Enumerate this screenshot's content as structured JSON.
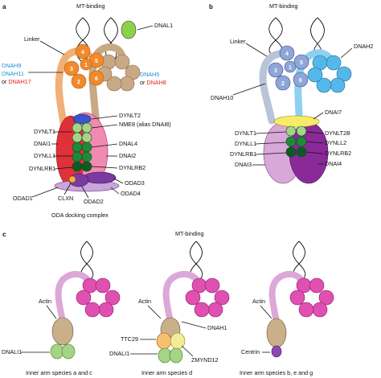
{
  "panels": {
    "a": {
      "letter": "a",
      "mt_binding": "MT-binding",
      "dnal1": "DNAL1",
      "linker": "Linker",
      "dnah_left": [
        "DNAH9",
        "DNAH11",
        "or ",
        "DNAH17"
      ],
      "dnah_right": [
        "DNAH5",
        "or ",
        "DNAH8"
      ],
      "labels_right": [
        "DYNLT2",
        "NME8 (alias DNAI8)",
        "DNAL4",
        "DNAI2",
        "DYNLRB2",
        "ODAD3",
        "ODAD4"
      ],
      "labels_left": [
        "DYNLT1",
        "DNAI1",
        "DYNLL1",
        "DYNLRB1",
        "ODAD1"
      ],
      "labels_bottom": [
        "CLXN",
        "ODAD2"
      ],
      "complex": "ODA docking complex",
      "heads": [
        "4",
        "5",
        "3",
        "2",
        "1",
        "6"
      ]
    },
    "b": {
      "letter": "b",
      "mt_binding": "MT-binding",
      "linker": "Linker",
      "dnah2": "DNAH2",
      "dnah10": "DNAH10",
      "labels_right": [
        "DNAI7",
        "DYNLT2B",
        "DYNLL2",
        "DYNLRB2",
        "DNAI4"
      ],
      "labels_left": [
        "DYNLT1",
        "DYNLL1",
        "DYNLRB1",
        "DNAI3"
      ],
      "heads": [
        "4",
        "5",
        "3",
        "2",
        "1",
        "6"
      ]
    },
    "c": {
      "letter": "c",
      "mt_binding": "MT-binding",
      "actin": "Actin",
      "dnali1": "DNALI1",
      "ttc29": "TTC29",
      "dnah1": "DNAH1",
      "zmynd12": "ZMYND12",
      "centrin": "Centrin",
      "captions": [
        "Inner arm species a and c",
        "Inner arm species d",
        "Inner arm species b, e and g"
      ]
    }
  },
  "colors": {
    "orange": "#f08a2c",
    "tan": "#c9a886",
    "blue_light": "#8fa6d8",
    "sky": "#55b8ea",
    "pink": "#e050b0",
    "red": "#e0303a",
    "purple": "#7a3aa0",
    "green": "#1f8a3a",
    "green_light": "#a6d486",
    "lilac": "#c8a6d8"
  }
}
